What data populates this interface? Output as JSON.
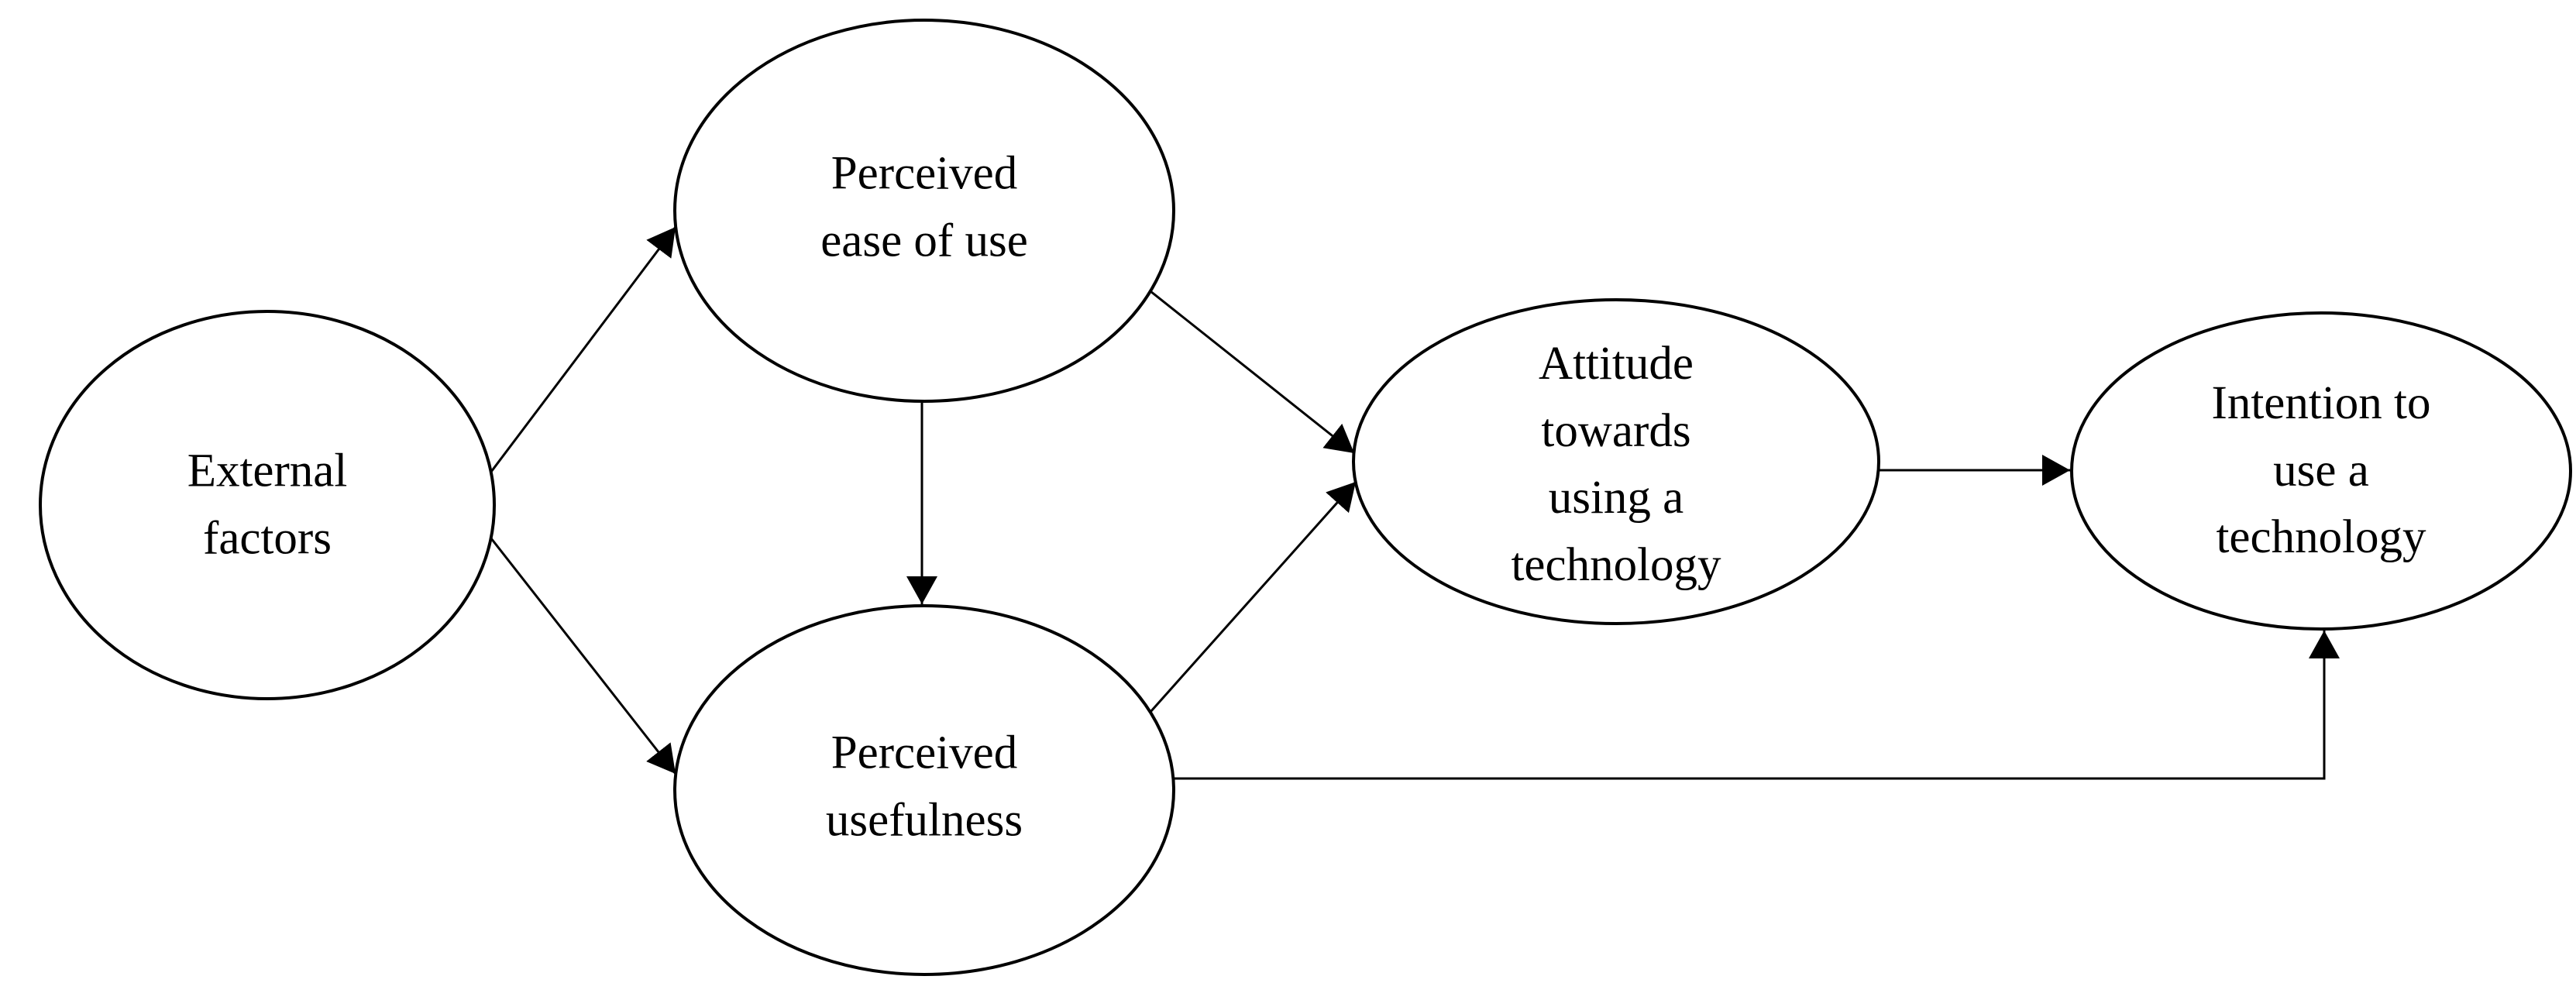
{
  "colors": {
    "background": "#ffffff",
    "node_fill": "#ffffff",
    "node_stroke": "#000000",
    "arrow": "#000000",
    "text": "#000000"
  },
  "nodes": {
    "external": {
      "label": "External\nfactors"
    },
    "peou": {
      "label": "Perceived\nease of use"
    },
    "pu": {
      "label": "Perceived\nusefulness"
    },
    "attitude": {
      "label": "Attitude\ntowards\nusing a\ntechnology"
    },
    "intention": {
      "label": "Intention to\nuse a\ntechnology"
    }
  },
  "edges": [
    {
      "from": "external",
      "to": "peou"
    },
    {
      "from": "external",
      "to": "pu"
    },
    {
      "from": "peou",
      "to": "pu"
    },
    {
      "from": "peou",
      "to": "attitude"
    },
    {
      "from": "pu",
      "to": "attitude"
    },
    {
      "from": "attitude",
      "to": "intention"
    },
    {
      "from": "pu",
      "to": "intention"
    }
  ]
}
